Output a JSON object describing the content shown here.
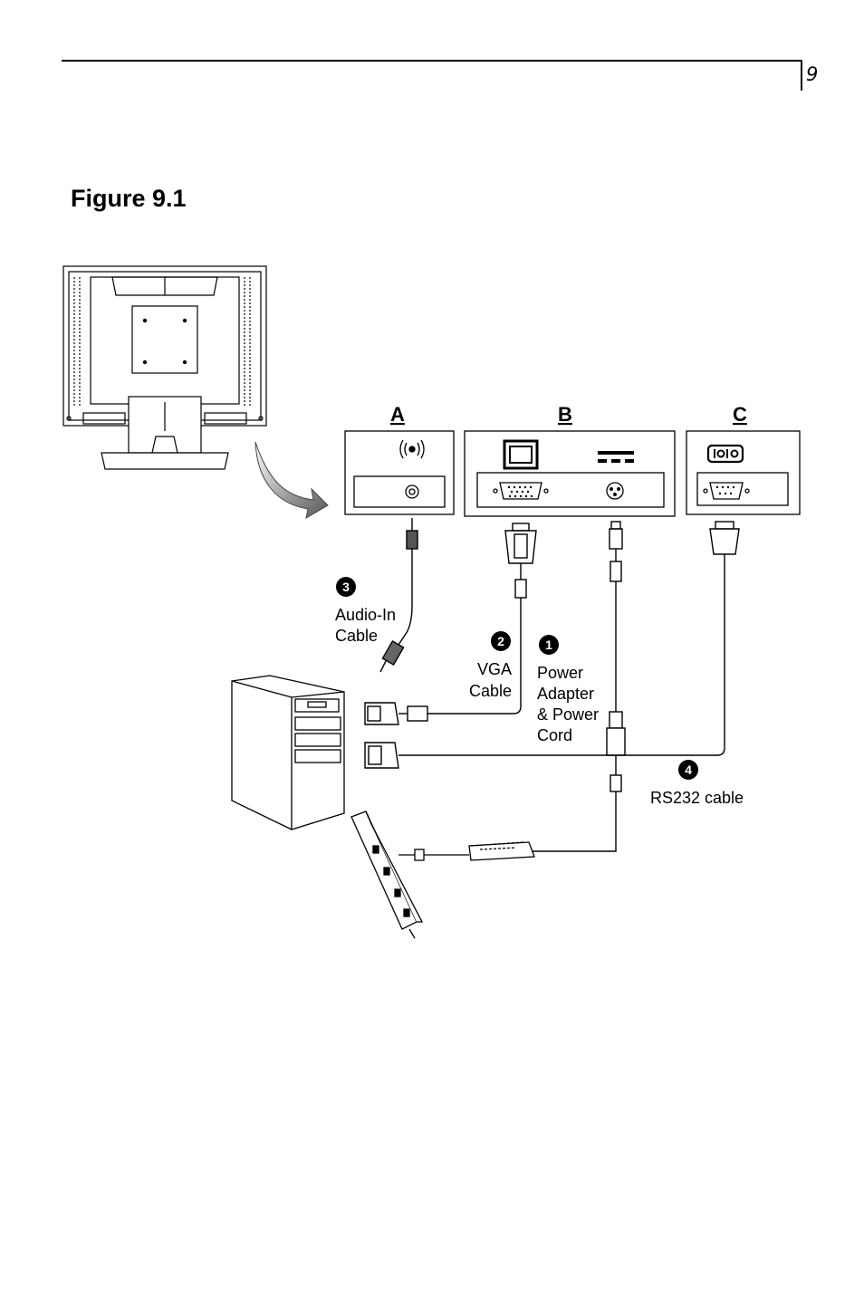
{
  "page": {
    "number": "9"
  },
  "figure": {
    "title": "Figure 9.1"
  },
  "panels": {
    "a": "A",
    "b": "B",
    "c": "C"
  },
  "callouts": {
    "power": {
      "number": "1",
      "label_lines": [
        "Power",
        "Adapter",
        "& Power",
        "Cord"
      ]
    },
    "vga": {
      "number": "2",
      "label_lines": [
        "VGA",
        "Cable"
      ]
    },
    "audio": {
      "number": "3",
      "label_lines": [
        "Audio-In",
        "Cable"
      ]
    },
    "rs232": {
      "number": "4",
      "label_lines": [
        "RS232 cable"
      ]
    }
  },
  "icons": [
    "monitor-back-icon",
    "audio-port-icon",
    "vga-port-icon",
    "dc-power-icon",
    "serial-port-icon",
    "pc-tower-icon",
    "power-strip-icon",
    "power-adapter-icon"
  ]
}
